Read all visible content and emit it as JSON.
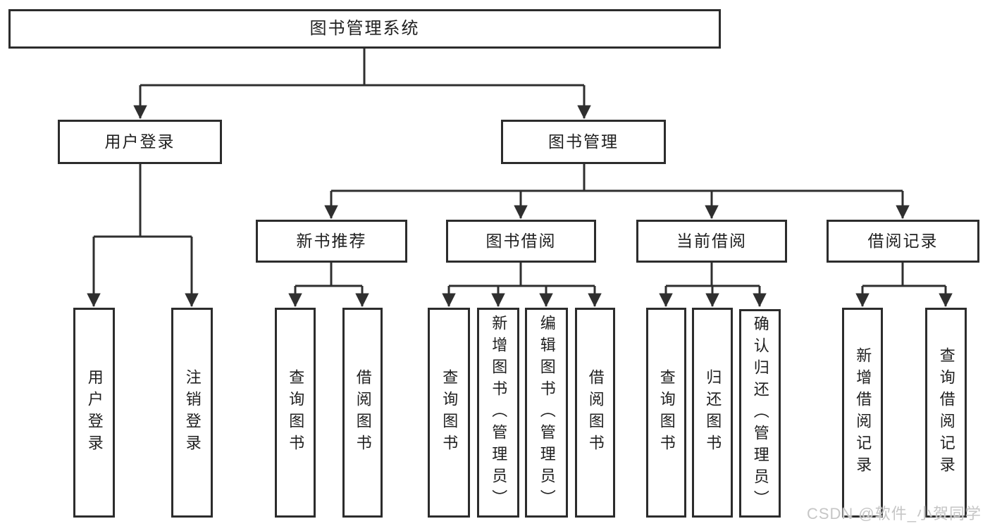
{
  "diagram_type": "hierarchy-tree",
  "colors": {
    "line": "#2f2f2f",
    "box_border": "#2c2c2c",
    "text": "#1f1f1f",
    "background": "#ffffff",
    "watermark": "#c6c6c6"
  },
  "tree": {
    "label": "图书管理系统",
    "children": [
      {
        "label": "用户登录",
        "children": [
          {
            "label": "用户登录"
          },
          {
            "label": "注销登录"
          }
        ]
      },
      {
        "label": "图书管理",
        "children": [
          {
            "label": "新书推荐",
            "children": [
              {
                "label": "查询图书"
              },
              {
                "label": "借阅图书"
              }
            ]
          },
          {
            "label": "图书借阅",
            "children": [
              {
                "label": "查询图书"
              },
              {
                "label": "新增图书（管理员）"
              },
              {
                "label": "编辑图书（管理员）"
              },
              {
                "label": "借阅图书"
              }
            ]
          },
          {
            "label": "当前借阅",
            "children": [
              {
                "label": "查询图书"
              },
              {
                "label": "归还图书"
              },
              {
                "label": "确认归还（管理员）"
              }
            ]
          },
          {
            "label": "借阅记录",
            "children": [
              {
                "label": "新增借阅记录"
              },
              {
                "label": "查询借阅记录"
              }
            ]
          }
        ]
      }
    ]
  },
  "watermark": {
    "text": "CSDN @软件_小贺同学"
  }
}
